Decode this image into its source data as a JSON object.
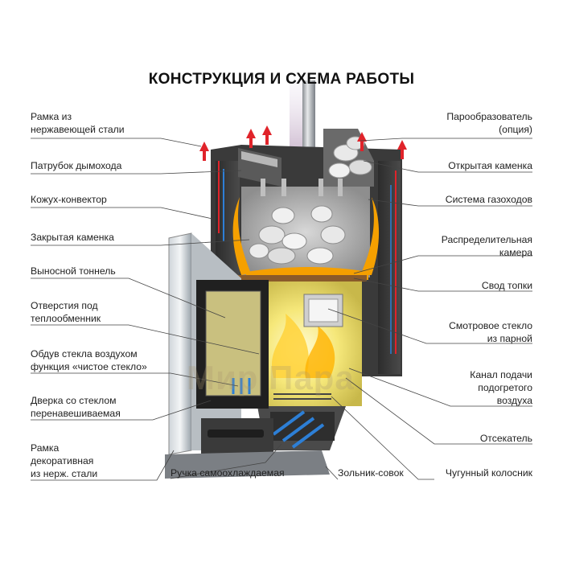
{
  "title": "КОНСТРУКЦИЯ И СХЕМА РАБОТЫ",
  "watermark": "Мир Пара",
  "colors": {
    "flame": "#f5a000",
    "hot_arrow": "#e0232a",
    "cold_arrow": "#2d7fd6",
    "steel": "#9aa3ab",
    "leader": "#444444"
  },
  "labels_left": [
    {
      "name": "label-ramka-nerzh",
      "lines": [
        "Рамка из",
        "нержавеющей стали"
      ]
    },
    {
      "name": "label-patrubok",
      "lines": [
        "Патрубок дымохода"
      ]
    },
    {
      "name": "label-kozhuh",
      "lines": [
        "Кожух-конвектор"
      ]
    },
    {
      "name": "label-zakrytaya-kamenka",
      "lines": [
        "Закрытая каменка"
      ]
    },
    {
      "name": "label-vynosnoy-tonnel",
      "lines": [
        "Выносной тоннель"
      ]
    },
    {
      "name": "label-otverstiya",
      "lines": [
        "Отверстия под",
        "теплообменник"
      ]
    },
    {
      "name": "label-obduv",
      "lines": [
        "Обдув стекла воздухом",
        "функция «чистое стекло»"
      ]
    },
    {
      "name": "label-dverka",
      "lines": [
        "Дверка со стеклом",
        "перенавешиваемая"
      ]
    },
    {
      "name": "label-ramka-dekor",
      "lines": [
        "Рамка",
        "декоративная",
        "из нерж. стали"
      ]
    }
  ],
  "labels_right": [
    {
      "name": "label-paroobrazovatel",
      "lines": [
        "Парообразователь",
        "(опция)"
      ]
    },
    {
      "name": "label-otkrytaya-kamenka",
      "lines": [
        "Открытая каменка"
      ]
    },
    {
      "name": "label-sistema-gazohodov",
      "lines": [
        "Система газоходов"
      ]
    },
    {
      "name": "label-raspredelitelnaya",
      "lines": [
        "Распределительная",
        "камера"
      ]
    },
    {
      "name": "label-svod",
      "lines": [
        "Свод топки"
      ]
    },
    {
      "name": "label-smotrovoe",
      "lines": [
        "Смотровое стекло",
        "из парной"
      ]
    },
    {
      "name": "label-kanal",
      "lines": [
        "Канал подачи",
        "подогретого",
        "воздуха"
      ]
    },
    {
      "name": "label-otsekatel",
      "lines": [
        "Отсекатель"
      ]
    }
  ],
  "labels_bottom": [
    {
      "name": "label-ruchka",
      "lines": [
        "Ручка самоохлаждаемая"
      ]
    },
    {
      "name": "label-zolnik",
      "lines": [
        "Зольник-совок"
      ]
    },
    {
      "name": "label-kolosnik",
      "lines": [
        "Чугунный колосник"
      ]
    }
  ]
}
